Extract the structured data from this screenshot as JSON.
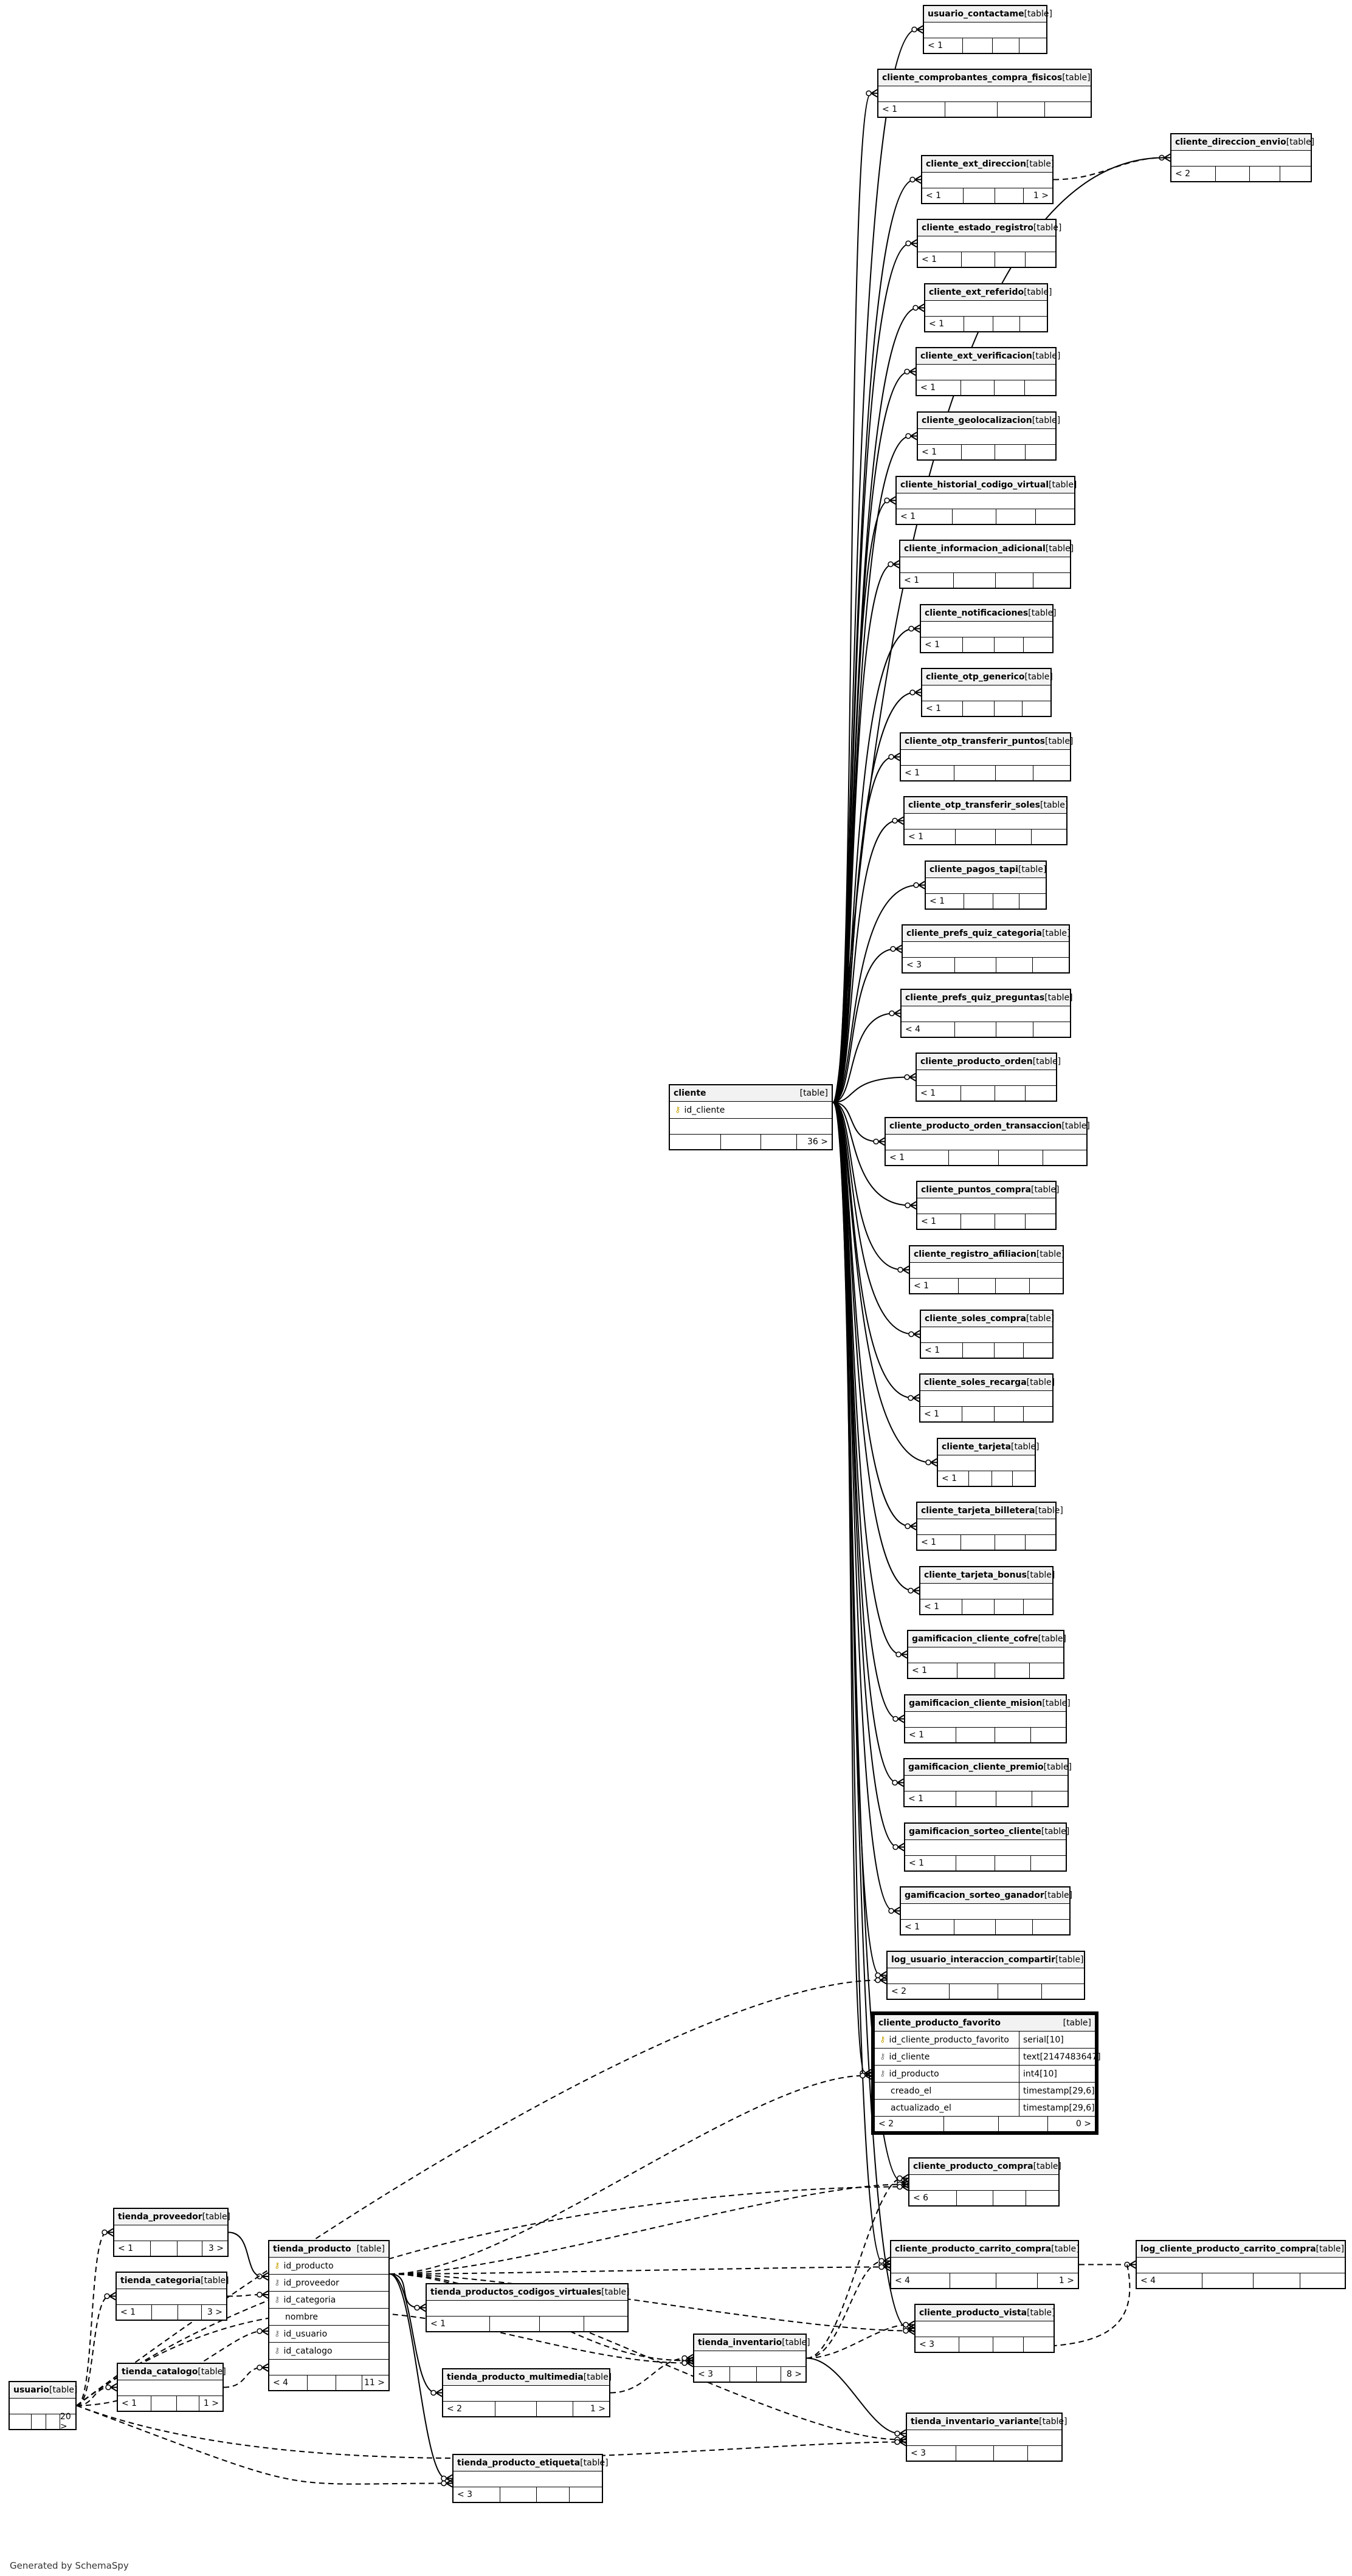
{
  "footer": "Generated by SchemaSpy",
  "table_kind_label": "[table]",
  "tables": [
    {
      "id": "usuario_contactame",
      "name": "usuario_contactame",
      "left": "< 1",
      "right": ""
    },
    {
      "id": "cliente_comprobantes_compra_fisicos",
      "name": "cliente_comprobantes_compra_fisicos",
      "left": "< 1",
      "right": ""
    },
    {
      "id": "cliente_direccion_envio",
      "name": "cliente_direccion_envio",
      "left": "< 2",
      "right": ""
    },
    {
      "id": "cliente_ext_direccion",
      "name": "cliente_ext_direccion",
      "left": "< 1",
      "right": "1 >"
    },
    {
      "id": "cliente_estado_registro",
      "name": "cliente_estado_registro",
      "left": "< 1",
      "right": ""
    },
    {
      "id": "cliente_ext_referido",
      "name": "cliente_ext_referido",
      "left": "< 1",
      "right": ""
    },
    {
      "id": "cliente_ext_verificacion",
      "name": "cliente_ext_verificacion",
      "left": "< 1",
      "right": ""
    },
    {
      "id": "cliente_geolocalizacion",
      "name": "cliente_geolocalizacion",
      "left": "< 1",
      "right": ""
    },
    {
      "id": "cliente_historial_codigo_virtual",
      "name": "cliente_historial_codigo_virtual",
      "left": "< 1",
      "right": ""
    },
    {
      "id": "cliente_informacion_adicional",
      "name": "cliente_informacion_adicional",
      "left": "< 1",
      "right": ""
    },
    {
      "id": "cliente_notificaciones",
      "name": "cliente_notificaciones",
      "left": "< 1",
      "right": ""
    },
    {
      "id": "cliente_otp_generico",
      "name": "cliente_otp_generico",
      "left": "< 1",
      "right": ""
    },
    {
      "id": "cliente_otp_transferir_puntos",
      "name": "cliente_otp_transferir_puntos",
      "left": "< 1",
      "right": ""
    },
    {
      "id": "cliente_otp_transferir_soles",
      "name": "cliente_otp_transferir_soles",
      "left": "< 1",
      "right": ""
    },
    {
      "id": "cliente_pagos_tapi",
      "name": "cliente_pagos_tapi",
      "left": "< 1",
      "right": ""
    },
    {
      "id": "cliente_prefs_quiz_categoria",
      "name": "cliente_prefs_quiz_categoria",
      "left": "< 3",
      "right": ""
    },
    {
      "id": "cliente_prefs_quiz_preguntas",
      "name": "cliente_prefs_quiz_preguntas",
      "left": "< 4",
      "right": ""
    },
    {
      "id": "cliente_producto_orden",
      "name": "cliente_producto_orden",
      "left": "< 1",
      "right": ""
    },
    {
      "id": "cliente_producto_orden_transaccion",
      "name": "cliente_producto_orden_transaccion",
      "left": "< 1",
      "right": ""
    },
    {
      "id": "cliente_puntos_compra",
      "name": "cliente_puntos_compra",
      "left": "< 1",
      "right": ""
    },
    {
      "id": "cliente_registro_afiliacion",
      "name": "cliente_registro_afiliacion",
      "left": "< 1",
      "right": ""
    },
    {
      "id": "cliente_soles_compra",
      "name": "cliente_soles_compra",
      "left": "< 1",
      "right": ""
    },
    {
      "id": "cliente_soles_recarga",
      "name": "cliente_soles_recarga",
      "left": "< 1",
      "right": ""
    },
    {
      "id": "cliente_tarjeta",
      "name": "cliente_tarjeta",
      "left": "< 1",
      "right": ""
    },
    {
      "id": "cliente_tarjeta_billetera",
      "name": "cliente_tarjeta_billetera",
      "left": "< 1",
      "right": ""
    },
    {
      "id": "cliente_tarjeta_bonus",
      "name": "cliente_tarjeta_bonus",
      "left": "< 1",
      "right": ""
    },
    {
      "id": "gamificacion_cliente_cofre",
      "name": "gamificacion_cliente_cofre",
      "left": "< 1",
      "right": ""
    },
    {
      "id": "gamificacion_cliente_mision",
      "name": "gamificacion_cliente_mision",
      "left": "< 1",
      "right": ""
    },
    {
      "id": "gamificacion_cliente_premio",
      "name": "gamificacion_cliente_premio",
      "left": "< 1",
      "right": ""
    },
    {
      "id": "gamificacion_sorteo_cliente",
      "name": "gamificacion_sorteo_cliente",
      "left": "< 1",
      "right": ""
    },
    {
      "id": "gamificacion_sorteo_ganador",
      "name": "gamificacion_sorteo_ganador",
      "left": "< 1",
      "right": ""
    },
    {
      "id": "log_usuario_interaccion_compartir",
      "name": "log_usuario_interaccion_compartir",
      "left": "< 2",
      "right": ""
    },
    {
      "id": "cliente",
      "name": "cliente",
      "left": "",
      "right": "36 >",
      "columns": [
        {
          "name": "id_cliente",
          "key": "pk"
        }
      ]
    },
    {
      "id": "cliente_producto_favorito",
      "name": "cliente_producto_favorito",
      "left": "< 2",
      "right": "0 >",
      "focus": true,
      "columns": [
        {
          "name": "id_cliente_producto_favorito",
          "type": "serial[10]",
          "key": "pk"
        },
        {
          "name": "id_cliente",
          "type": "text[2147483647]",
          "key": "fk"
        },
        {
          "name": "id_producto",
          "type": "int4[10]",
          "key": "fk"
        },
        {
          "name": "creado_el",
          "type": "timestamp[29,6]",
          "key": ""
        },
        {
          "name": "actualizado_el",
          "type": "timestamp[29,6]",
          "key": ""
        }
      ]
    },
    {
      "id": "cliente_producto_compra",
      "name": "cliente_producto_compra",
      "left": "< 6",
      "right": ""
    },
    {
      "id": "cliente_producto_carrito_compra",
      "name": "cliente_producto_carrito_compra",
      "left": "< 4",
      "right": "1 >"
    },
    {
      "id": "log_cliente_producto_carrito_compra",
      "name": "log_cliente_producto_carrito_compra",
      "left": "< 4",
      "right": ""
    },
    {
      "id": "cliente_producto_vista",
      "name": "cliente_producto_vista",
      "left": "< 3",
      "right": ""
    },
    {
      "id": "tienda_inventario",
      "name": "tienda_inventario",
      "left": "< 3",
      "right": "8 >"
    },
    {
      "id": "tienda_inventario_variante",
      "name": "tienda_inventario_variante",
      "left": "< 3",
      "right": ""
    },
    {
      "id": "tienda_proveedor",
      "name": "tienda_proveedor",
      "left": "< 1",
      "right": "3 >"
    },
    {
      "id": "tienda_categoria",
      "name": "tienda_categoria",
      "left": "< 1",
      "right": "3 >"
    },
    {
      "id": "tienda_catalogo",
      "name": "tienda_catalogo",
      "left": "< 1",
      "right": "1 >"
    },
    {
      "id": "tienda_producto",
      "name": "tienda_producto",
      "left": "< 4",
      "right": "11 >",
      "columns": [
        {
          "name": "id_producto",
          "key": "pk"
        },
        {
          "name": "id_proveedor",
          "key": "fk"
        },
        {
          "name": "id_categoria",
          "key": "fk"
        },
        {
          "name": "nombre",
          "key": ""
        },
        {
          "name": "id_usuario",
          "key": "fk"
        },
        {
          "name": "id_catalogo",
          "key": "fk"
        }
      ]
    },
    {
      "id": "tienda_productos_codigos_virtuales",
      "name": "tienda_productos_codigos_virtuales",
      "left": "< 1",
      "right": ""
    },
    {
      "id": "tienda_producto_multimedia",
      "name": "tienda_producto_multimedia",
      "left": "< 2",
      "right": "1 >"
    },
    {
      "id": "tienda_producto_etiqueta",
      "name": "tienda_producto_etiqueta",
      "left": "< 3",
      "right": ""
    },
    {
      "id": "usuario",
      "name": "usuario",
      "left": "",
      "right": "20 >"
    }
  ]
}
